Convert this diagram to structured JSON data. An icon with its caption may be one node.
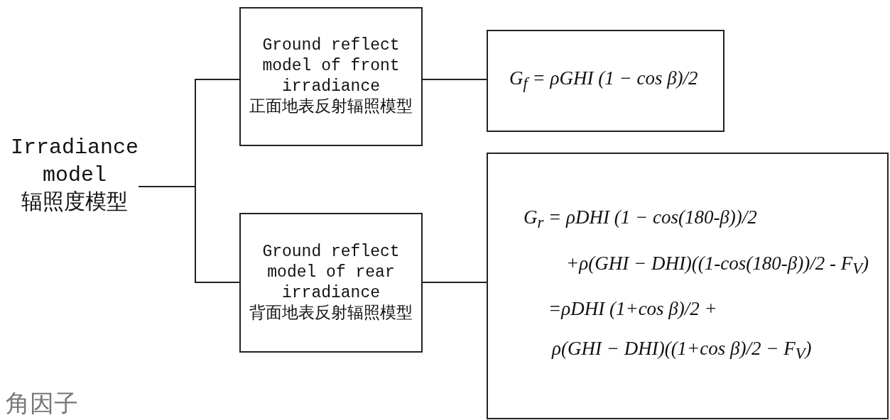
{
  "diagram": {
    "nodes": [
      {
        "text": [
          "Irradiance model",
          "辐照度模型"
        ]
      },
      {
        "text": [
          "Ground reflect model of front irradiance",
          "正面地表反射辐照模型"
        ]
      },
      {
        "text": [
          "G$_{f}$ = ρGHI (1 − cos β)/2"
        ]
      },
      {
        "text": [
          "Ground reflect model of rear irradiance",
          "背面地表反射辐照模型"
        ]
      },
      {
        "text": [
          "G$_{r}$ = ρDHI (1 − cos(180-β))/2",
          "+ρ(GHI − DHI)((1-cos(180-β))/2 - F$_{V}$)",
          "=ρDHI (1+cos β)/2 +",
          "ρ(GHI − DHI)((1+cos β)/2 − F$_{V}$)"
        ]
      }
    ],
    "edges": [
      {
        "from": 0,
        "to": 1,
        "arrow": "none"
      },
      {
        "from": 0,
        "to": 3,
        "arrow": "none"
      },
      {
        "from": 1,
        "to": 2,
        "arrow": "none"
      },
      {
        "from": 3,
        "to": 4,
        "arrow": "none"
      }
    ],
    "labels": [
      "角因子"
    ]
  }
}
